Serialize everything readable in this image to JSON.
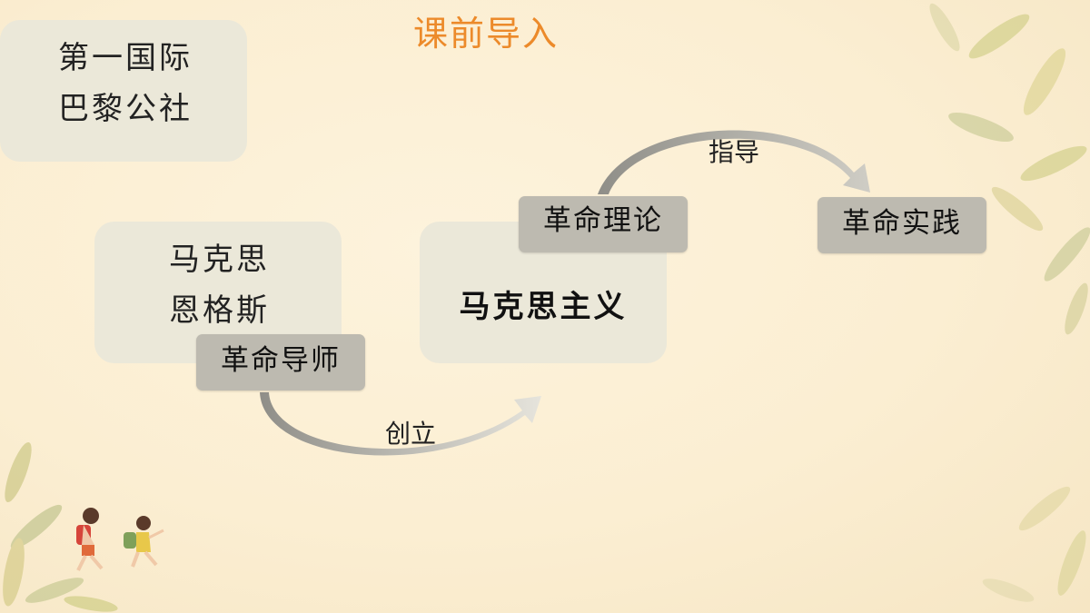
{
  "slide": {
    "title": "课前导入",
    "panel_top_left": {
      "lines": [
        "第一国际",
        "巴黎公社"
      ]
    },
    "panel_people": {
      "lines": [
        "马克思",
        "恩格斯"
      ],
      "tag": "革命导师"
    },
    "panel_theory": {
      "main": "马克思主义",
      "tag": "革命理论"
    },
    "practice_tag": "革命实践",
    "arrow_create_label": "创立",
    "arrow_guide_label": "指导"
  },
  "colors": {
    "title": "#ec8a2a",
    "panel": "#ebe8d9",
    "tag": "#bdbab0",
    "arrow": "#a9a8a2"
  }
}
